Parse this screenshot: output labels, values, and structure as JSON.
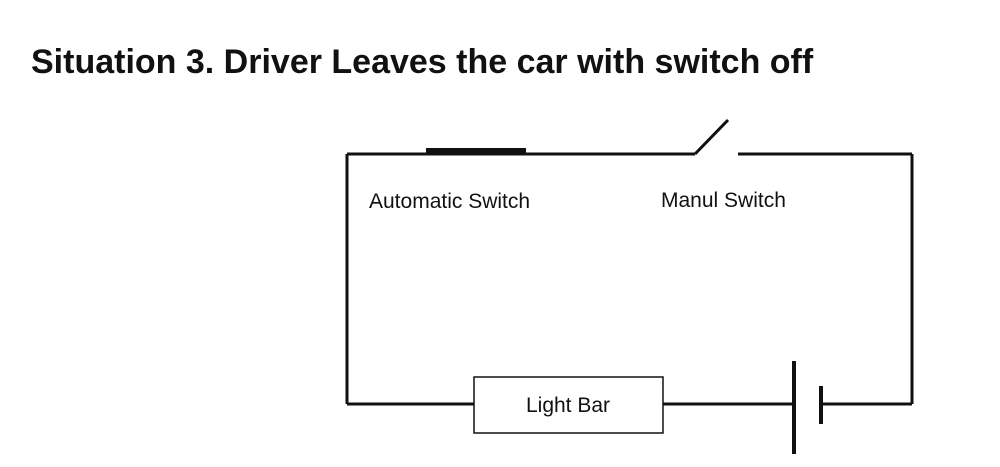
{
  "page": {
    "title": "Situation 3. Driver Leaves the car with switch off"
  },
  "diagram": {
    "automatic_switch_label": "Automatic Switch",
    "manual_switch_label": "Manul Switch",
    "light_bar_label": "Light Bar",
    "line_color": "#111111",
    "background_color": "#ffffff"
  }
}
